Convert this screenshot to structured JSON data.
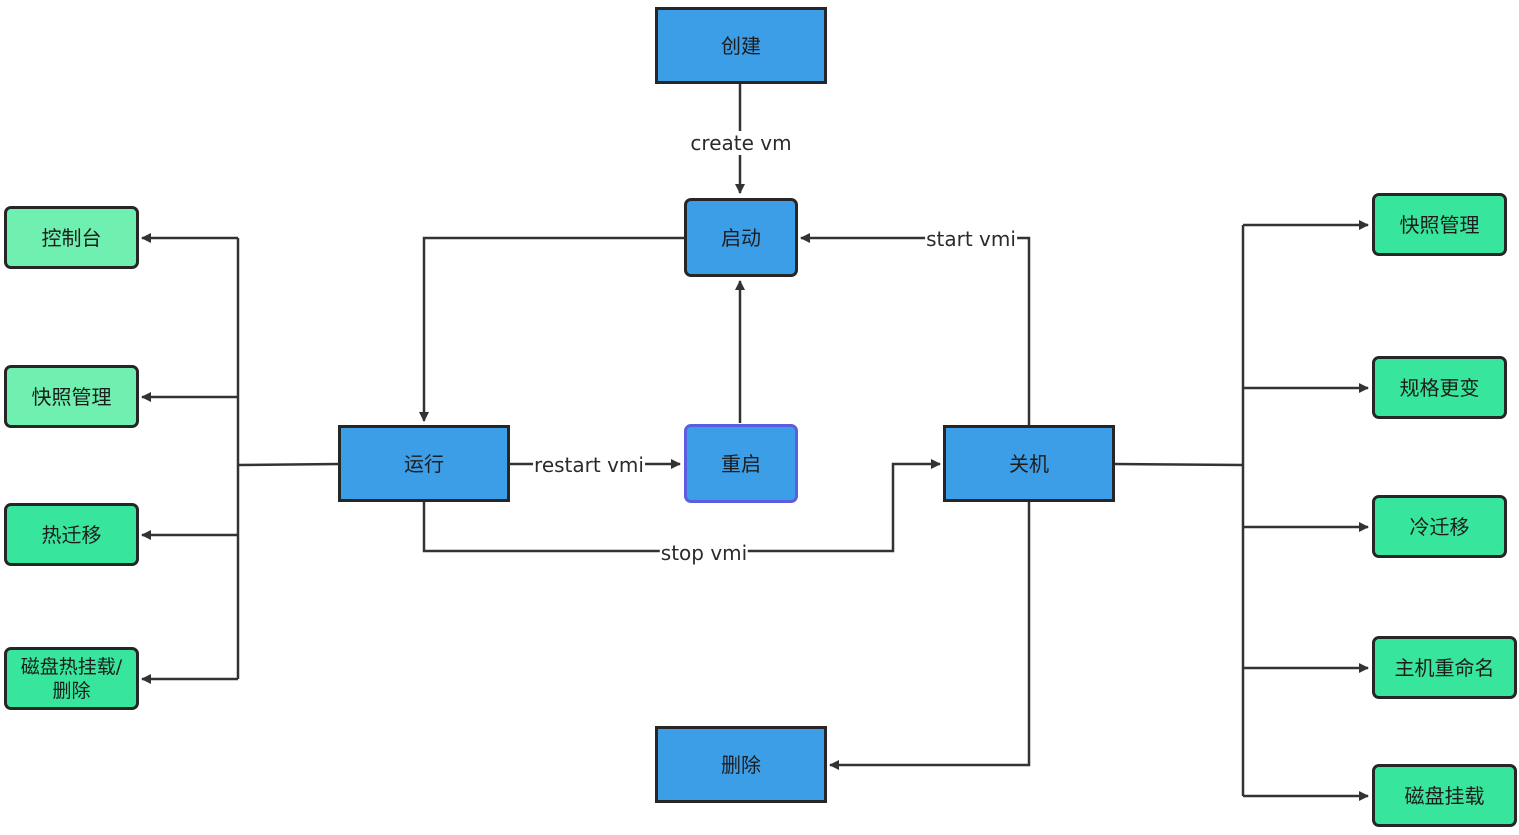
{
  "nodes": {
    "create": "创建",
    "start": "启动",
    "running": "运行",
    "reboot": "重启",
    "shutdown": "关机",
    "delete": "删除",
    "left_console": "控制台",
    "left_snapshot": "快照管理",
    "left_live_migrate": "热迁移",
    "left_disk_hotplug": "磁盘热挂载/删除",
    "right_snapshot": "快照管理",
    "right_resize": "规格更变",
    "right_cold_migrate": "冷迁移",
    "right_rename": "主机重命名",
    "right_disk_mount": "磁盘挂载"
  },
  "edges": {
    "create_vm": "create vm",
    "start_vmi": "start vmi",
    "restart_vmi": "restart vmi",
    "stop_vmi": "stop vmi"
  },
  "colors": {
    "primary_node": "#3d9ee8",
    "feature_node_light": "#6ff0b0",
    "feature_node": "#38e59c",
    "focus_border": "#5d5de0",
    "line": "#333333"
  }
}
